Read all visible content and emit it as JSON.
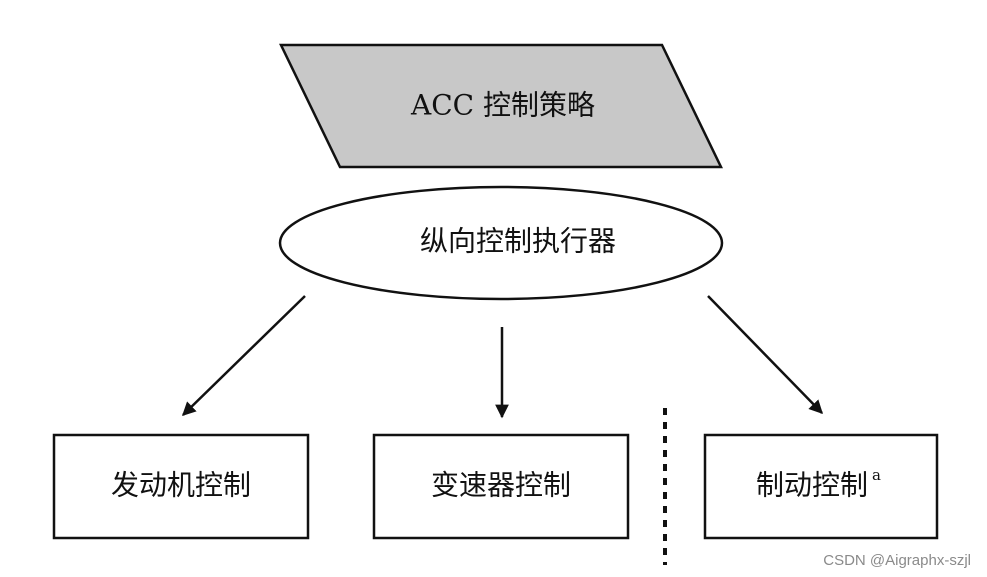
{
  "strategy": {
    "label": "ACC 控制策略"
  },
  "executor": {
    "label": "纵向控制执行器"
  },
  "targets": [
    {
      "label": "发动机控制"
    },
    {
      "label": "变速器控制"
    },
    {
      "label": "制动控制",
      "superscript": "a"
    }
  ],
  "watermark": "CSDN @Aigraphx-szjl",
  "colors": {
    "strategy_fill": "#c8c8c8",
    "stroke": "#111111",
    "box_fill": "#ffffff",
    "watermark": "#8a8a8a"
  }
}
